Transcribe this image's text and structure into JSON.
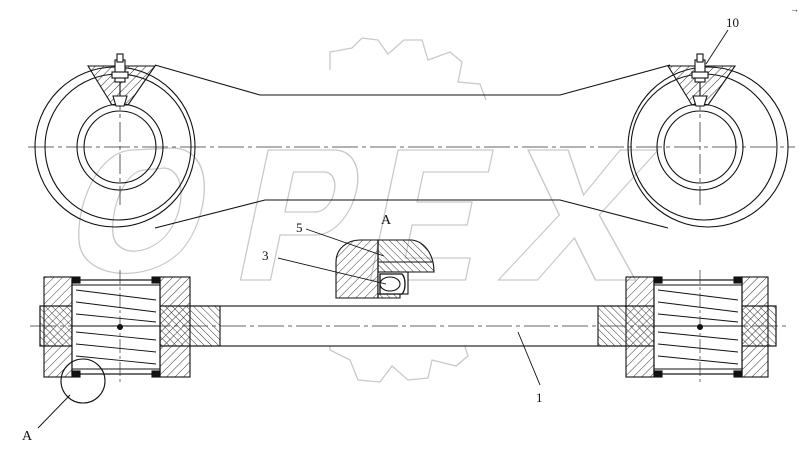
{
  "callouts": {
    "part_10": "10",
    "part_5": "5",
    "part_3": "3",
    "part_1": "1",
    "detail_a_top": "A",
    "detail_a_bottom": "A",
    "corner_mark": "→"
  },
  "watermark": {
    "text": "OPEX",
    "color": "#d6d6d6"
  },
  "colors": {
    "line": "#111111",
    "centerline": "#333333",
    "hatch": "#222222"
  }
}
